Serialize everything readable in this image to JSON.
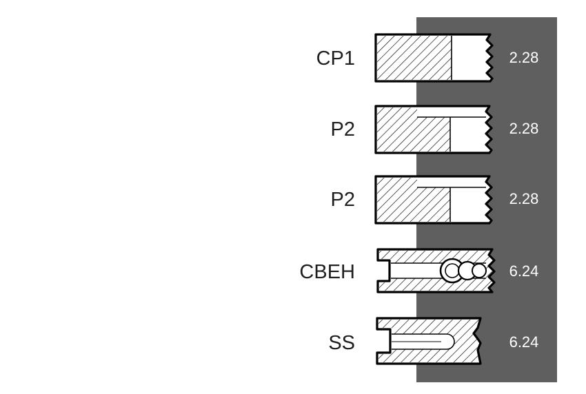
{
  "panel_color": "#5f5f5f",
  "rings": [
    {
      "label": "CP1",
      "value": "2.28",
      "profile": "compression"
    },
    {
      "label": "P2",
      "value": "2.28",
      "profile": "stepped"
    },
    {
      "label": "P2",
      "value": "2.28",
      "profile": "stepped"
    },
    {
      "label": "CBEH",
      "value": "6.24",
      "profile": "oil-spring-expander"
    },
    {
      "label": "SS",
      "value": "6.24",
      "profile": "oil-slotted"
    }
  ]
}
